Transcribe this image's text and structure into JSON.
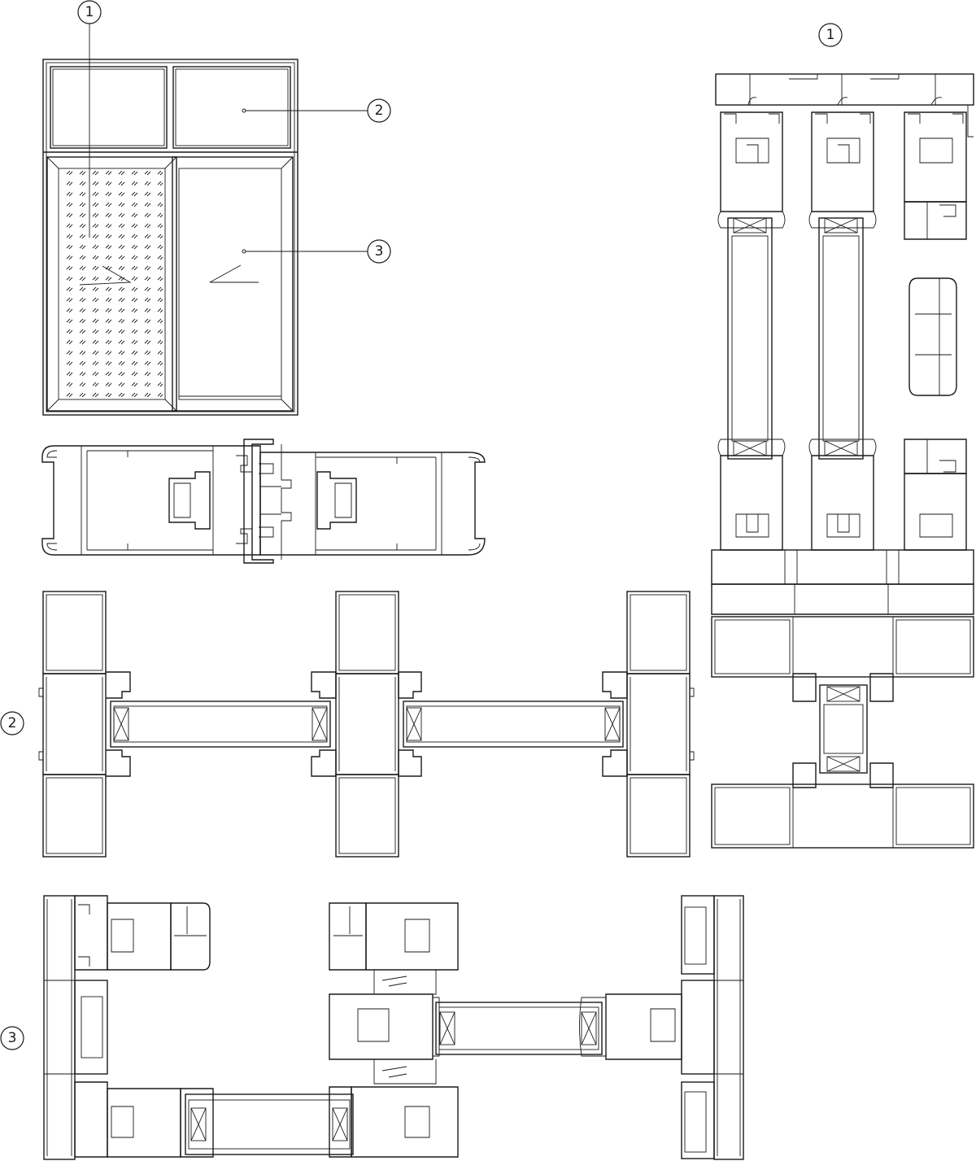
{
  "callouts": {
    "elevation_1": "1",
    "elevation_2": "2",
    "elevation_3": "3",
    "section_1": "1",
    "section_2": "2",
    "section_3": "3"
  }
}
